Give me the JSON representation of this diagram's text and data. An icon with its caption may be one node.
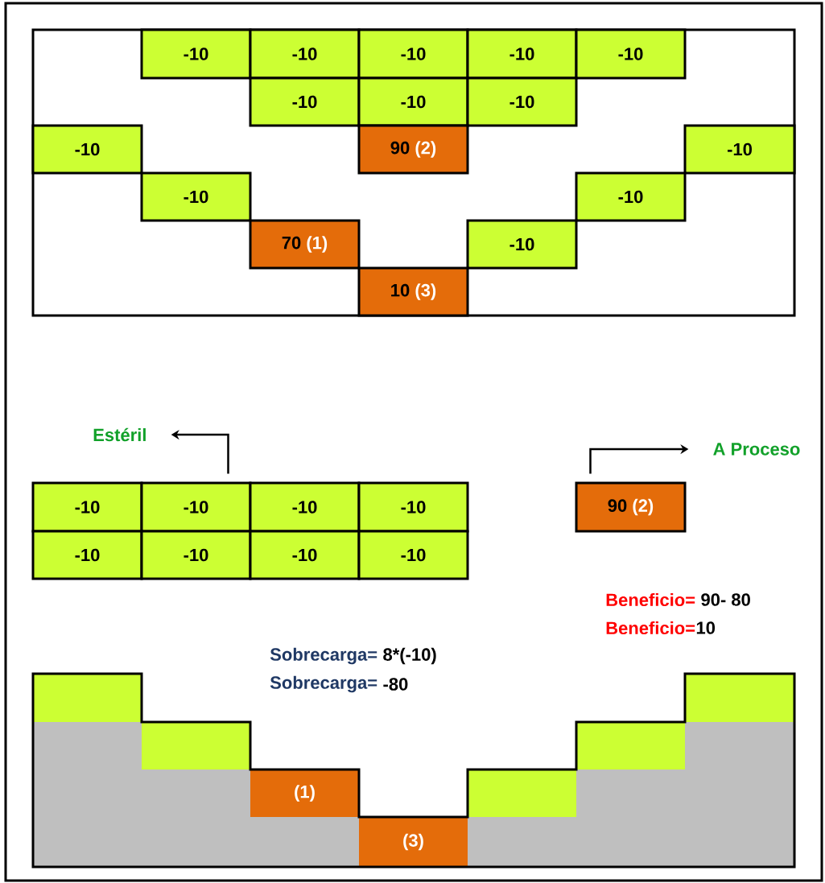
{
  "diagram": {
    "nodes": [
      {
        "text": [
          "-10"
        ]
      },
      {
        "text": [
          "-10"
        ]
      },
      {
        "text": [
          "-10"
        ]
      },
      {
        "text": [
          "-10"
        ]
      },
      {
        "text": [
          "-10"
        ]
      },
      {
        "text": [
          "-10"
        ]
      },
      {
        "text": [
          "-10"
        ]
      },
      {
        "text": [
          "-10"
        ]
      },
      {
        "text": [
          "-10"
        ]
      },
      {
        "text": [
          "90",
          "(2)"
        ]
      },
      {
        "text": [
          "-10"
        ]
      },
      {
        "text": [
          "-10"
        ]
      },
      {
        "text": [
          "-10"
        ]
      },
      {
        "text": [
          "70",
          "(1)"
        ]
      },
      {
        "text": [
          "-10"
        ]
      },
      {
        "text": [
          "10",
          "(3)"
        ]
      },
      {
        "text": [
          "Estéril"
        ]
      },
      {
        "text": [
          "A Proceso"
        ]
      },
      {
        "text": [
          "-10"
        ]
      },
      {
        "text": [
          "-10"
        ]
      },
      {
        "text": [
          "-10"
        ]
      },
      {
        "text": [
          "-10"
        ]
      },
      {
        "text": [
          "-10"
        ]
      },
      {
        "text": [
          "-10"
        ]
      },
      {
        "text": [
          "-10"
        ]
      },
      {
        "text": [
          "-10"
        ]
      },
      {
        "text": [
          "90",
          "(2)"
        ]
      },
      {
        "text": [],
        "shape": "box"
      },
      {
        "text": [],
        "shape": "box"
      },
      {
        "text": [],
        "shape": "box"
      },
      {
        "text": [],
        "shape": "box"
      },
      {
        "text": [
          "(1)"
        ]
      },
      {
        "text": [],
        "shape": "box"
      },
      {
        "text": [
          "(3)"
        ]
      }
    ],
    "edges": [
      {
        "from": 19,
        "to": 16,
        "arrow": "to"
      },
      {
        "from": 26,
        "to": 17,
        "arrow": "to"
      }
    ],
    "labels": [
      "Beneficio=",
      "90- 80",
      "Beneficio=",
      "10",
      "Sobrecarga=",
      "8*(-10)",
      "Sobrecarga=",
      "-80"
    ]
  }
}
